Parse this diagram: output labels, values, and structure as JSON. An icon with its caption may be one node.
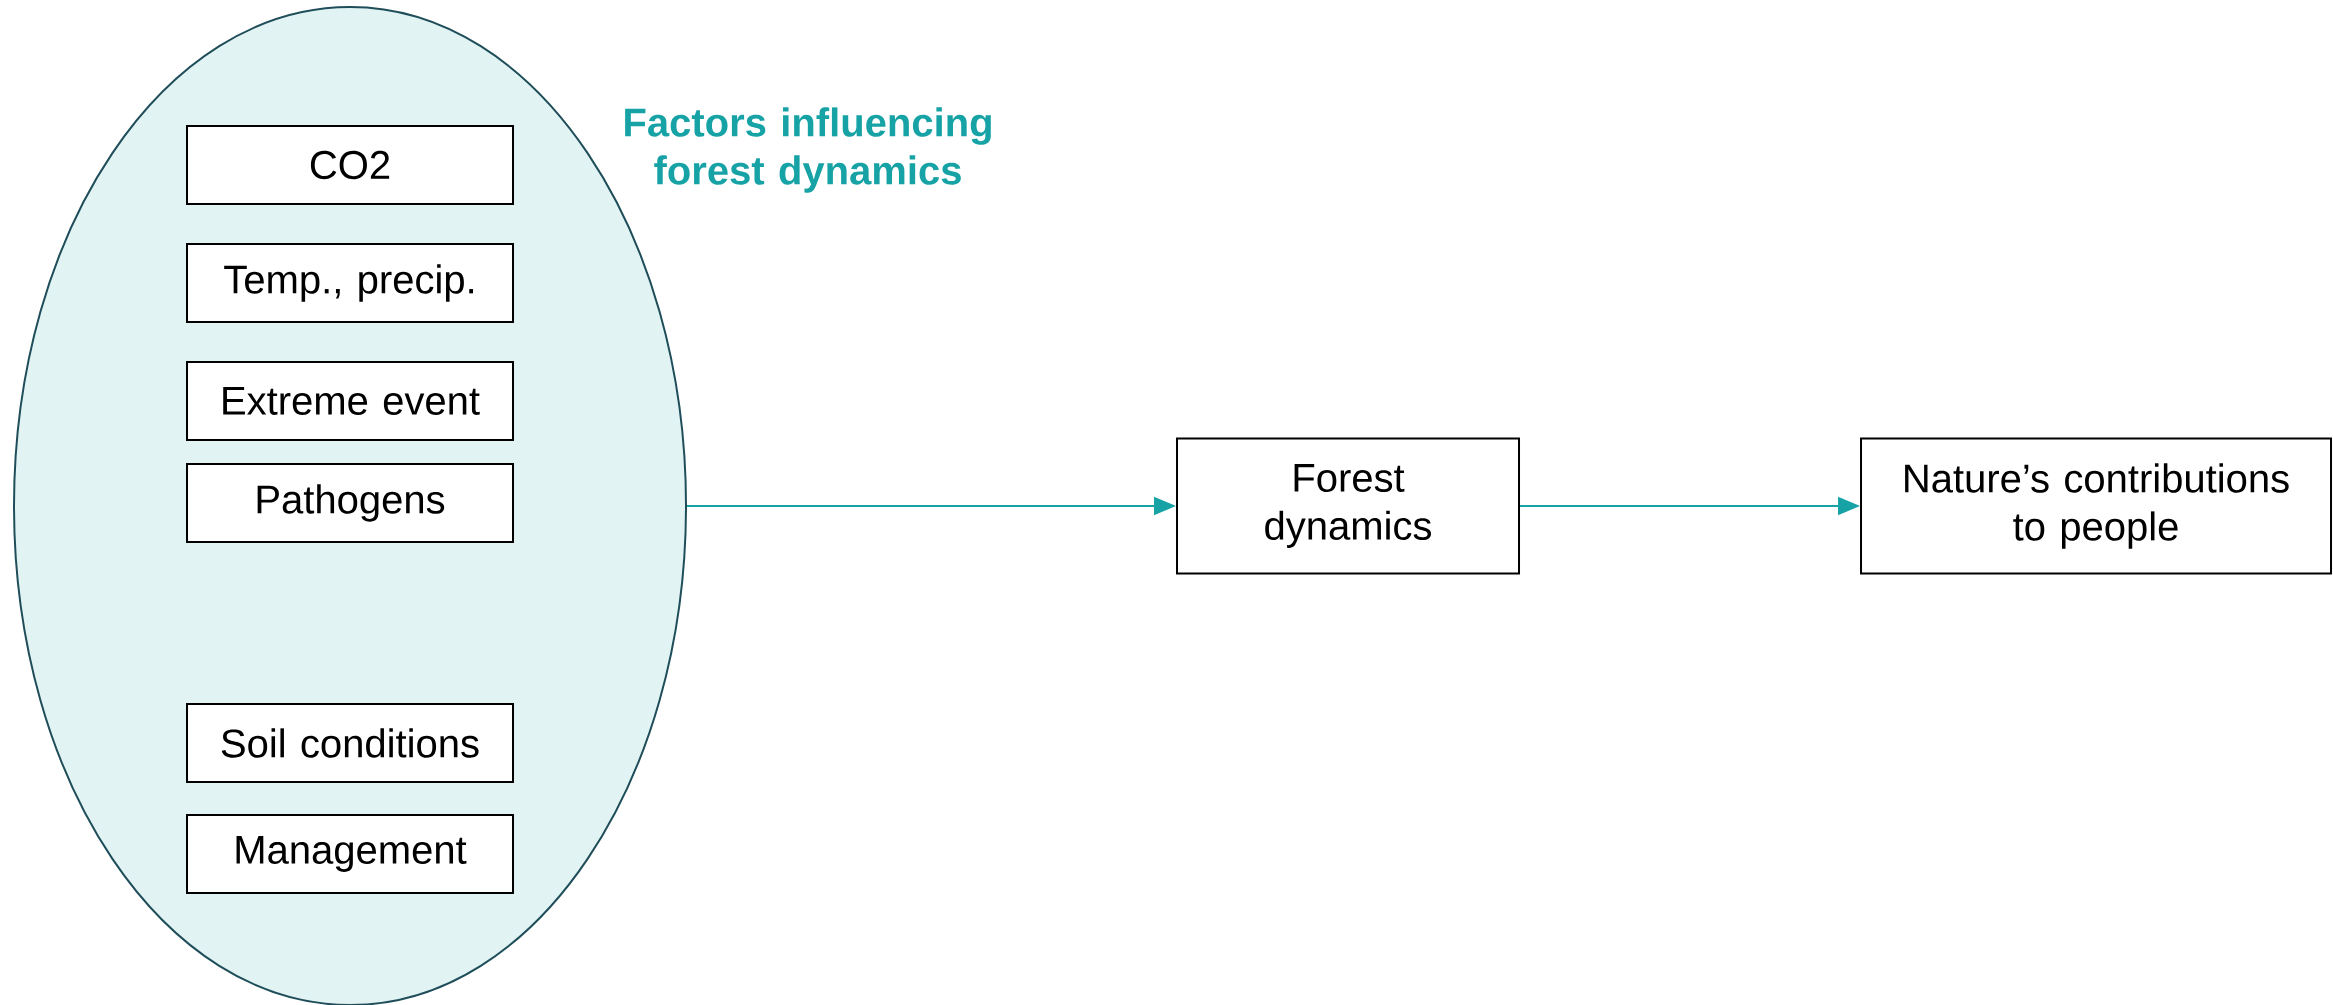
{
  "diagram": {
    "nodes": [
      {
        "text": [
          "Factors influencing forest dynamics"
        ]
      },
      {
        "text": [
          "CO2"
        ],
        "in": 0
      },
      {
        "text": [
          "Temp., precip."
        ],
        "in": 0
      },
      {
        "text": [
          "Extreme event"
        ],
        "in": 0
      },
      {
        "text": [
          "Pathogens"
        ],
        "in": 0
      },
      {
        "text": [
          "Soil conditions"
        ],
        "in": 0
      },
      {
        "text": [
          "Management"
        ],
        "in": 0
      },
      {
        "text": [
          "Forest dynamics"
        ]
      },
      {
        "text": [
          "Nature’s contributions to people"
        ]
      }
    ],
    "edges": [
      {
        "from": 0,
        "to": 7,
        "arrow": "to"
      },
      {
        "from": 7,
        "to": 8,
        "arrow": "to"
      }
    ]
  }
}
